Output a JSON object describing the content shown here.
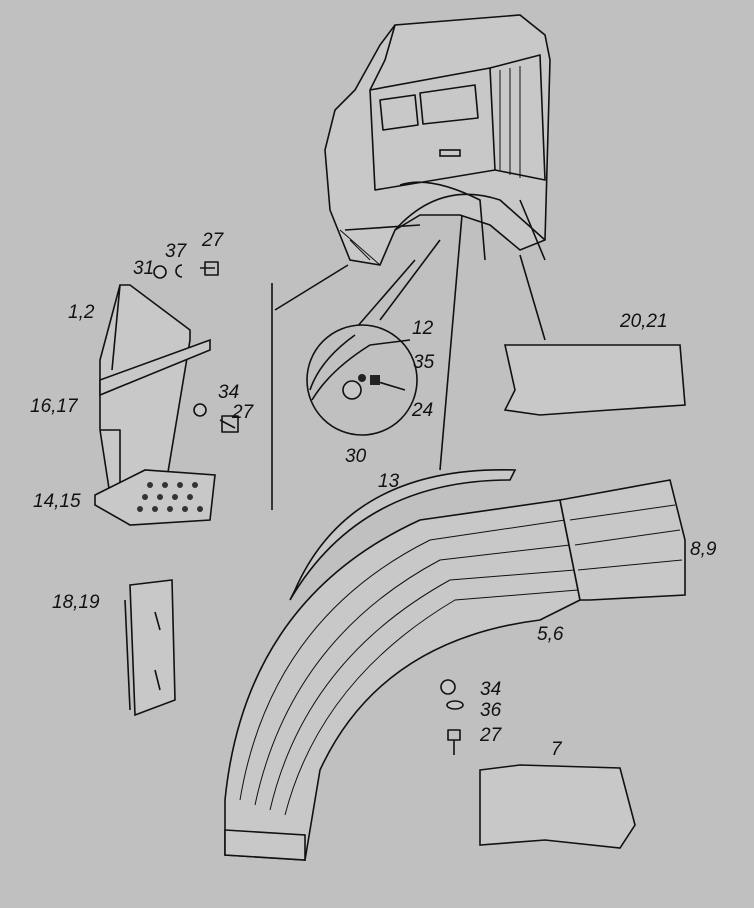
{
  "diagram": {
    "title": "Truck cab wing and step assembly (exploded view)",
    "labels": {
      "l27a": "27",
      "l37": "37",
      "l31": "31",
      "l1_2": "1,2",
      "l34a": "34",
      "l16_17": "16,17",
      "l27b": "27",
      "l14_15": "14,15",
      "l18_19": "18,19",
      "l12": "12",
      "l35": "35",
      "l24": "24",
      "l30": "30",
      "l20_21": "20,21",
      "l13": "13",
      "l8_9": "8,9",
      "l5_6": "5,6",
      "l34b": "34",
      "l36": "36",
      "l27c": "27",
      "l7": "7"
    }
  }
}
